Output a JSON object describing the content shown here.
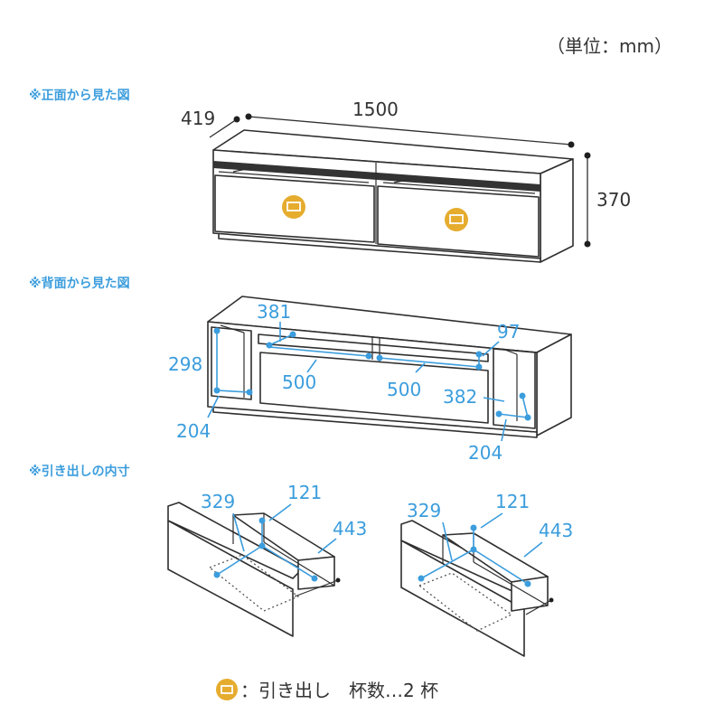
{
  "unit_label": "（単位：mm）",
  "sections": {
    "front": "※正面から見た図",
    "back": "※背面から見た図",
    "drawer": "※引き出しの内寸"
  },
  "front_dims": {
    "width": "1500",
    "depth": "419",
    "height": "370"
  },
  "back_dims": {
    "a": "381",
    "b": "97",
    "c": "298",
    "d": "500",
    "e": "500",
    "f": "382",
    "g": "204",
    "h": "204"
  },
  "drawer_dims": {
    "left": {
      "w": "329",
      "h": "121",
      "d": "443"
    },
    "right": {
      "w": "329",
      "h": "121",
      "d": "443"
    }
  },
  "legend": {
    "text": "：引き出し　杯数…2 杯"
  },
  "colors": {
    "accent": "#3b9ddd",
    "handle": "#e6ac2e",
    "line": "#2f2f2f"
  }
}
